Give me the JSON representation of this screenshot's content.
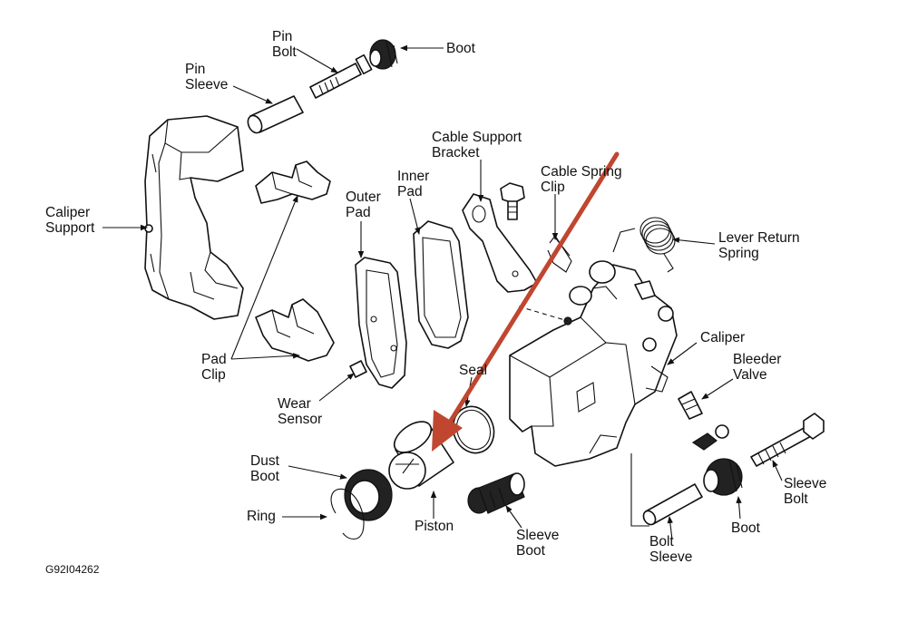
{
  "figure_code": "G92I04262",
  "labels": {
    "pin_bolt": [
      "Pin",
      "Bolt"
    ],
    "boot_top": "Boot",
    "pin_sleeve": [
      "Pin",
      "Sleeve"
    ],
    "caliper_support": [
      "Caliper",
      "Support"
    ],
    "cable_support_bracket": [
      "Cable Support",
      "Bracket"
    ],
    "cable_spring_clip": [
      "Cable Spring",
      "Clip"
    ],
    "inner_pad": [
      "Inner",
      "Pad"
    ],
    "outer_pad": [
      "Outer",
      "Pad"
    ],
    "lever_return_spring": [
      "Lever Return",
      "Spring"
    ],
    "caliper": "Caliper",
    "bleeder_valve": [
      "Bleeder",
      "Valve"
    ],
    "seal": "Seal",
    "pad_clip": [
      "Pad",
      "Clip"
    ],
    "wear_sensor": [
      "Wear",
      "Sensor"
    ],
    "dust_boot": [
      "Dust",
      "Boot"
    ],
    "ring": "Ring",
    "piston": "Piston",
    "sleeve_boot": [
      "Sleeve",
      "Boot"
    ],
    "bolt_sleeve": [
      "Bolt",
      "Sleeve"
    ],
    "boot_bottom": "Boot",
    "sleeve_bolt": [
      "Sleeve",
      "Bolt"
    ]
  },
  "highlight_arrow": {
    "color": "#c0462f",
    "points_to": "piston"
  }
}
